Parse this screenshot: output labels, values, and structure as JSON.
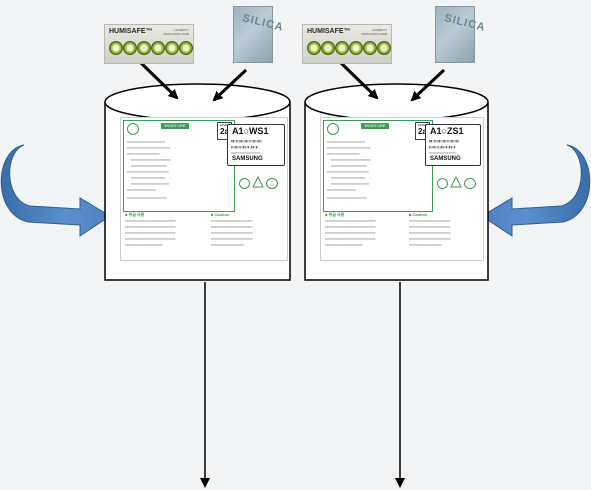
{
  "left_unit": {
    "humidity_card": {
      "brand": "HUMISAFE™",
      "note": "HUMIDITY INDICATOR CARD"
    },
    "desiccant": {
      "text": "SILICA"
    },
    "label": {
      "header": "MOISTURE SENSITIVE",
      "level_title": "LEVEL",
      "level_value": "2a",
      "model": "A1○WS1",
      "brand": "SAMSUNG",
      "korean_heading": "■ 취급 사용",
      "caution_heading": "■ Caution"
    }
  },
  "right_unit": {
    "humidity_card": {
      "brand": "HUMISAFE™",
      "note": "HUMIDITY INDICATOR CARD"
    },
    "desiccant": {
      "text": "SILICA"
    },
    "label": {
      "header": "MOISTURE SENSITIVE",
      "level_title": "LEVEL",
      "level_value": "2a",
      "model": "A1○ZS1",
      "brand": "SAMSUNG",
      "korean_heading": "■ 취급 사용",
      "caution_heading": "■ Caution"
    }
  },
  "colors": {
    "rotation_arrow": "#4f81bd",
    "rotation_arrow_dark": "#2f5f93",
    "line": "#000000",
    "label_green": "#3f9b55"
  }
}
